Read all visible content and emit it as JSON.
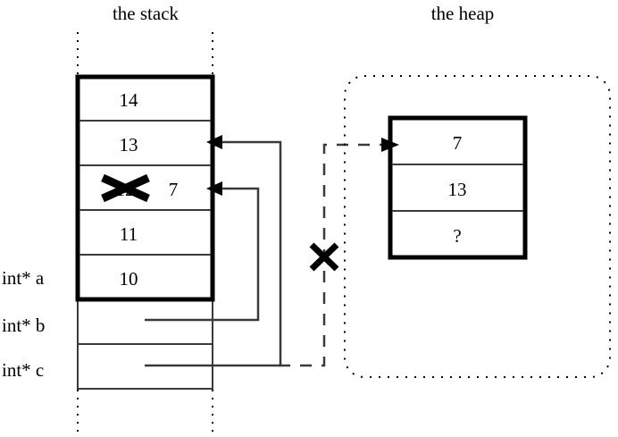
{
  "headings": {
    "stack": "the stack",
    "heap": "the heap"
  },
  "stack": {
    "allocated_cells": [
      {
        "value": "14"
      },
      {
        "value": "13"
      },
      {
        "value": "12",
        "struck": true,
        "annotation": "7"
      },
      {
        "value": "11"
      },
      {
        "value": "10"
      }
    ],
    "variables": [
      {
        "label": "int* a"
      },
      {
        "label": "int* b"
      },
      {
        "label": "int* c"
      }
    ]
  },
  "heap": {
    "cells": [
      {
        "value": "7"
      },
      {
        "value": "13"
      },
      {
        "value": "?"
      }
    ]
  },
  "annotations": {
    "invalidated_pointer_mark": "X",
    "overwritten_value_mark": "X"
  },
  "colors": {
    "ink": "#000000",
    "line": "#3a3a3a",
    "background": "#ffffff"
  }
}
